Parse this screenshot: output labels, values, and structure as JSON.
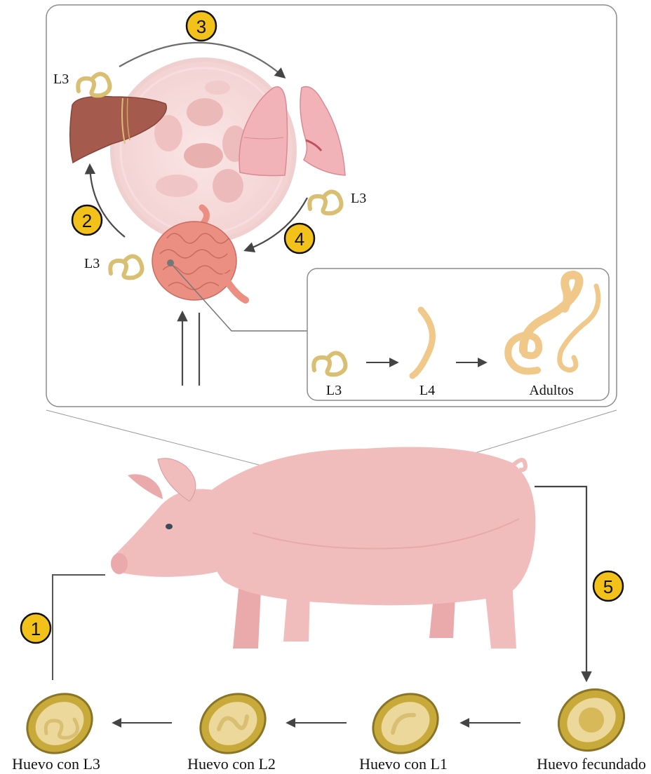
{
  "colors": {
    "badge": "#f2c21a",
    "worm": "#d8bf72",
    "larva": "#f0c98a",
    "pig": "#f1bcbc",
    "liver": "#a55a4e",
    "lung": "#f2b3b8",
    "intestine": "#ec8f83",
    "egg_shell": "#c8aa3a",
    "egg_inner": "#ecd89a",
    "arrow": "#444444"
  },
  "steps": [
    "1",
    "2",
    "3",
    "4",
    "5"
  ],
  "migration_labels": {
    "liver": "L3",
    "lungs": "L3",
    "intestine": "L3"
  },
  "development": {
    "stages": [
      "L3",
      "L4",
      "Adultos"
    ]
  },
  "eggs": [
    "Huevo con L3",
    "Huevo con L2",
    "Huevo con L1",
    "Huevo fecundado"
  ]
}
